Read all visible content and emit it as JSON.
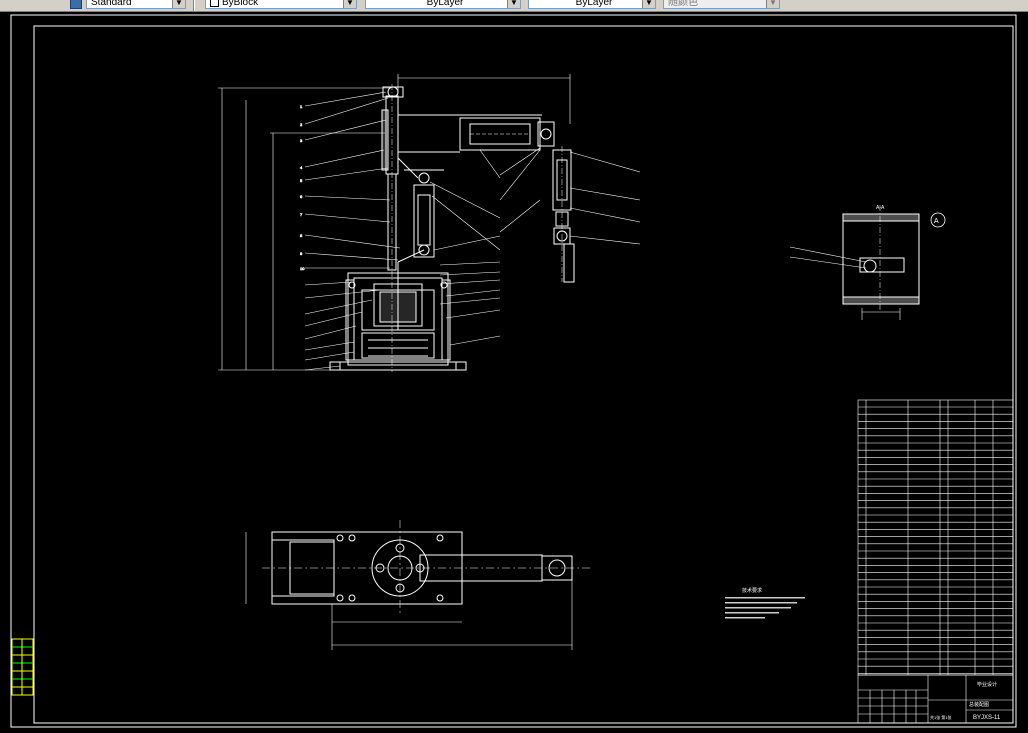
{
  "toolbar": {
    "text_style": "Standard",
    "color": "ByBlock",
    "linetype": "ByLayer",
    "lineweight": "ByLayer",
    "plot_style": "随颜色"
  },
  "drawing": {
    "title_block": {
      "company": "毕业设计",
      "drawing_title": "BYJXS-11",
      "drawing_name": "总装配图",
      "sheet": "共1张 第1张"
    },
    "tech_notes_title": "技术要求",
    "section_label": "A-A",
    "detail_label": "A"
  }
}
